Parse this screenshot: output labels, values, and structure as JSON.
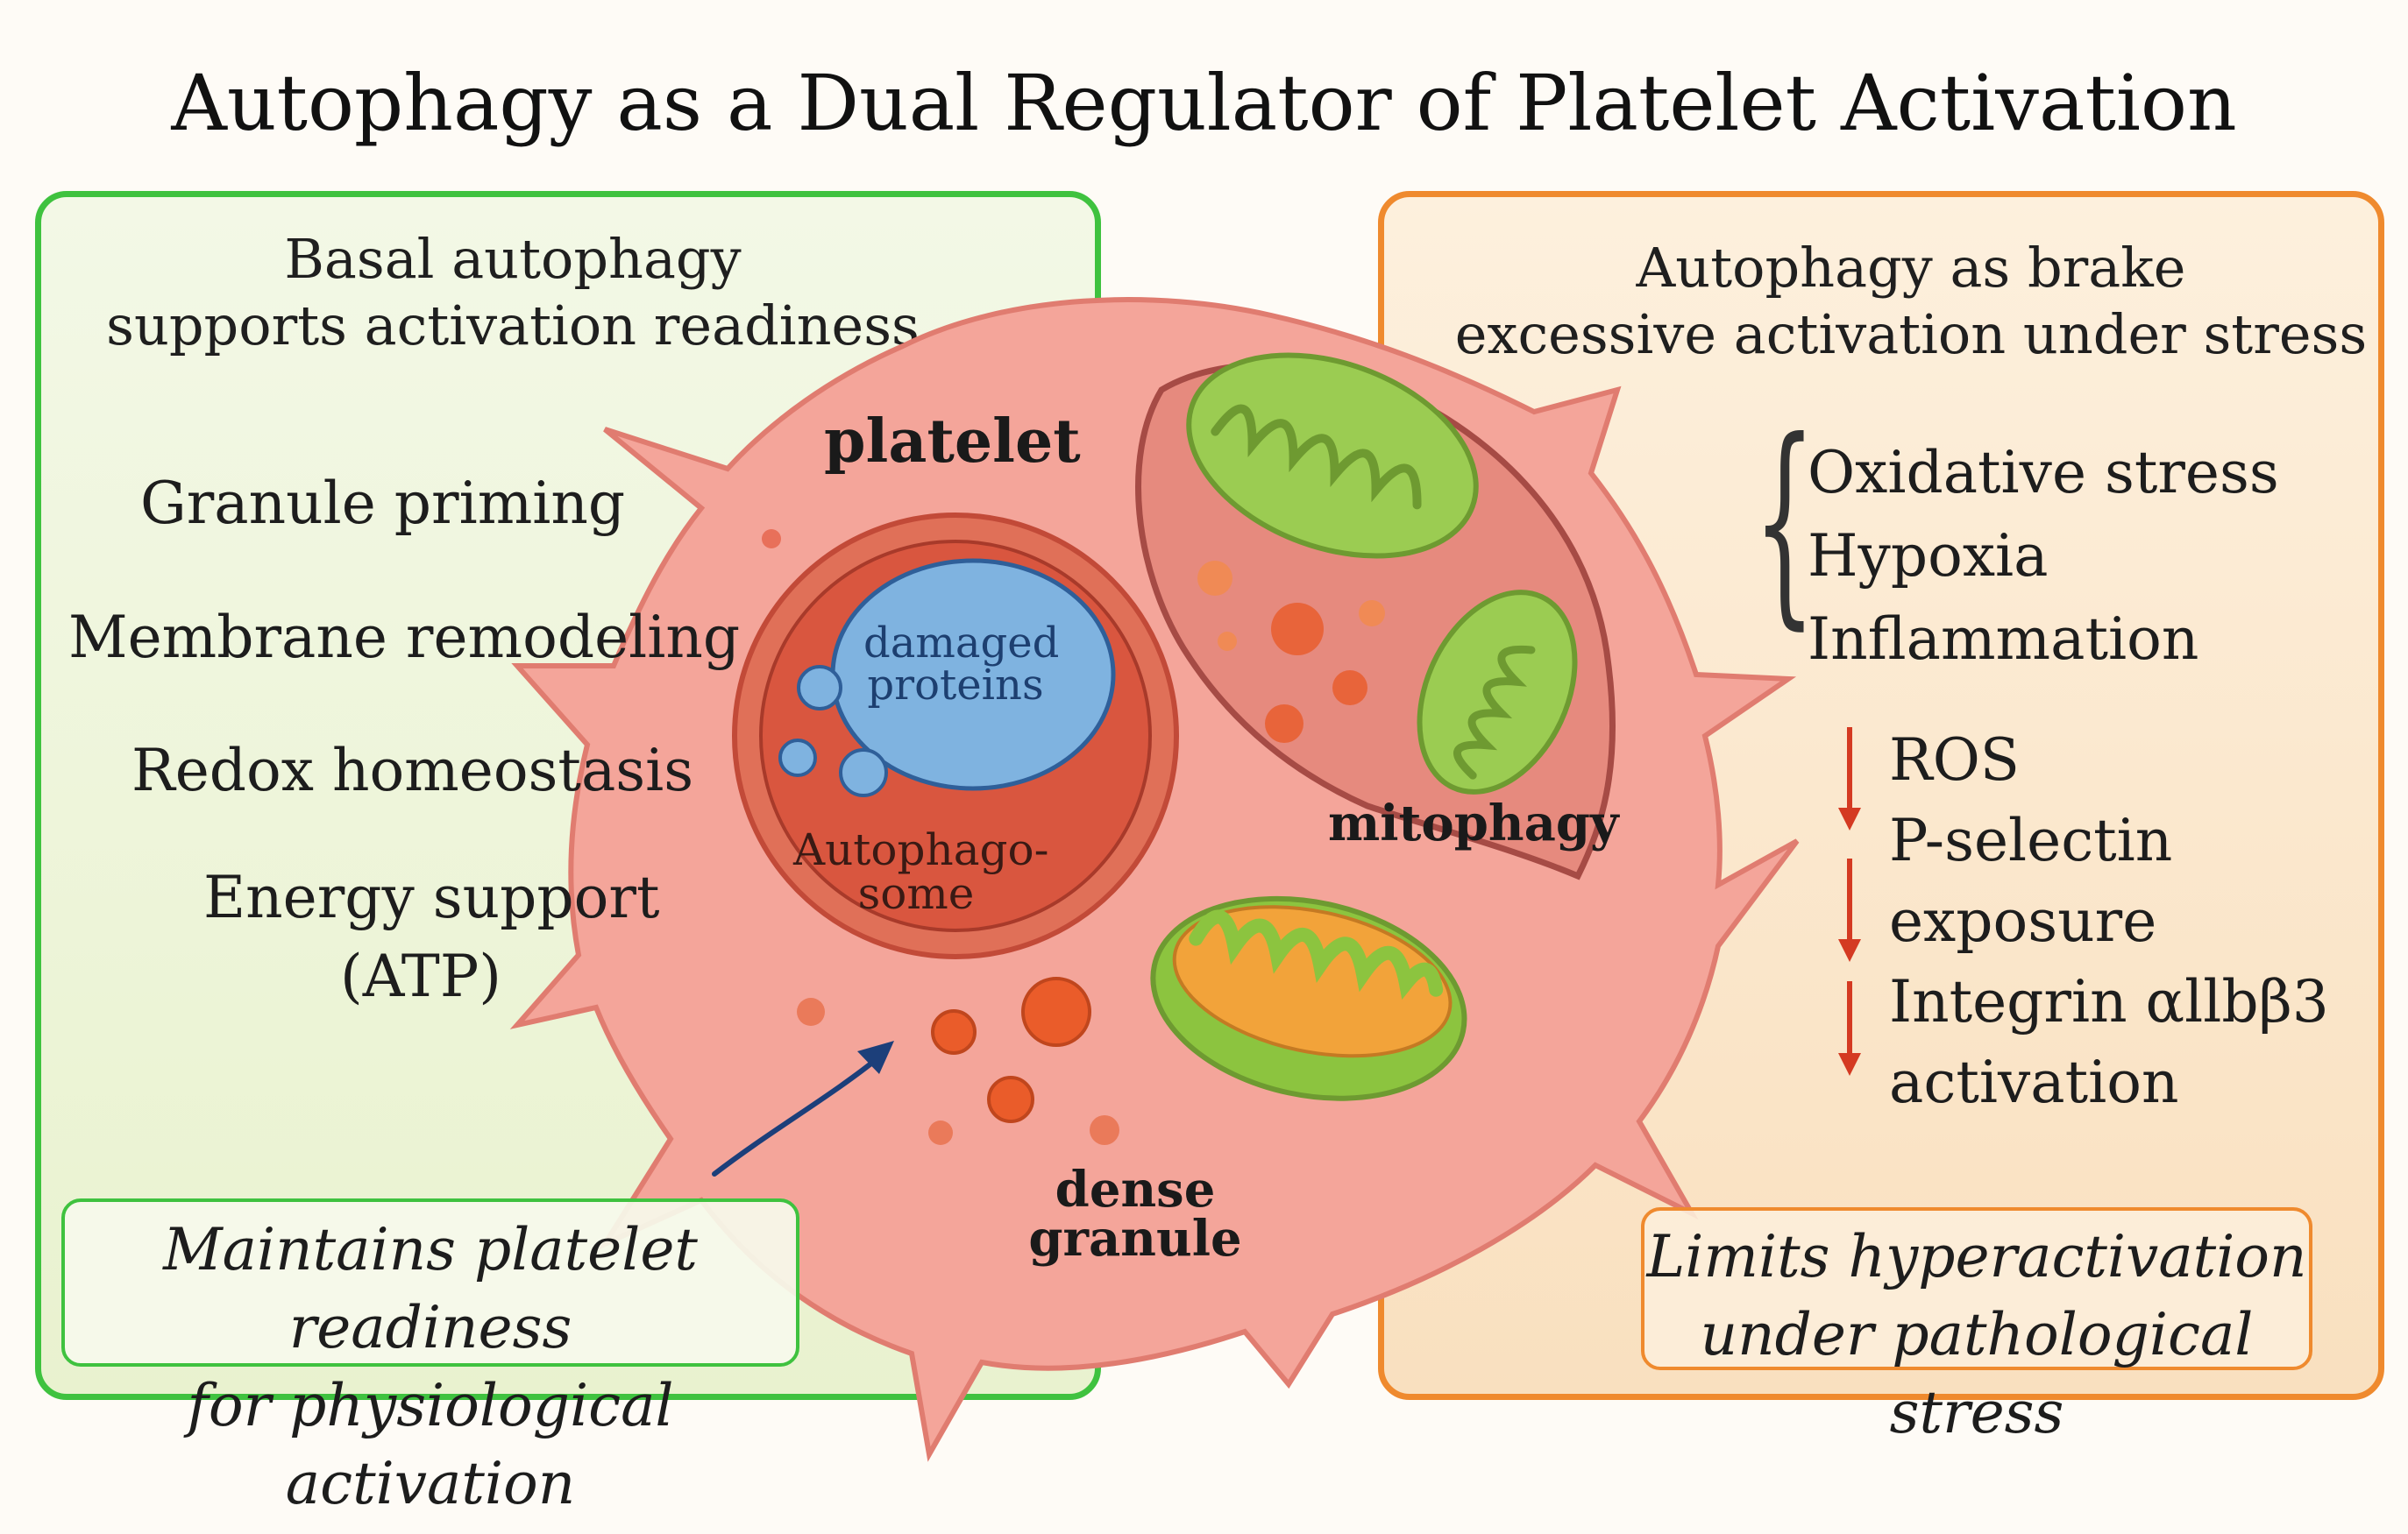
{
  "title": "Autophagy as a Dual Regulator of Platelet Activation",
  "colors": {
    "left_border": "#3fc23f",
    "right_border": "#ef8a2e",
    "platelet_fill": "#f4a59a",
    "autophagosome_fill": "#e0604a",
    "protein_fill": "#7fb3e0",
    "mitochondria_fill": "#9bcc52",
    "granule_fill": "#f08040",
    "down_arrow": "#d43a22",
    "left_arrow": "#1c3f7a"
  },
  "left_panel": {
    "heading_line1": "Basal autophagy",
    "heading_line2": "supports activation readiness",
    "items": [
      "Granule priming",
      "Membrane remodeling",
      "Redox homeostasis",
      "Energy support",
      "(ATP)"
    ],
    "callout_line1": "Maintains platelet readiness",
    "callout_line2": "for physiological activation"
  },
  "right_panel": {
    "heading_line1": "Autophagy as brake",
    "heading_line2": "excessive activation under stress",
    "stressors": [
      "Oxidative stress",
      "Hypoxia",
      "Inflammation"
    ],
    "effects": [
      "ROS",
      "P-selectin",
      "exposure",
      "Integrin αllbβ3",
      "activation"
    ],
    "callout_line1": "Limits hyperactivation",
    "callout_line2": "under pathological stress"
  },
  "cell": {
    "platelet_label": "platelet",
    "damaged_line1": "damaged",
    "damaged_line2": "proteins",
    "autophago_line1": "Autophago-",
    "autophago_line2": "some",
    "mitophagy_label": "mitophagy",
    "dense_line1": "dense",
    "dense_line2": "granule"
  }
}
